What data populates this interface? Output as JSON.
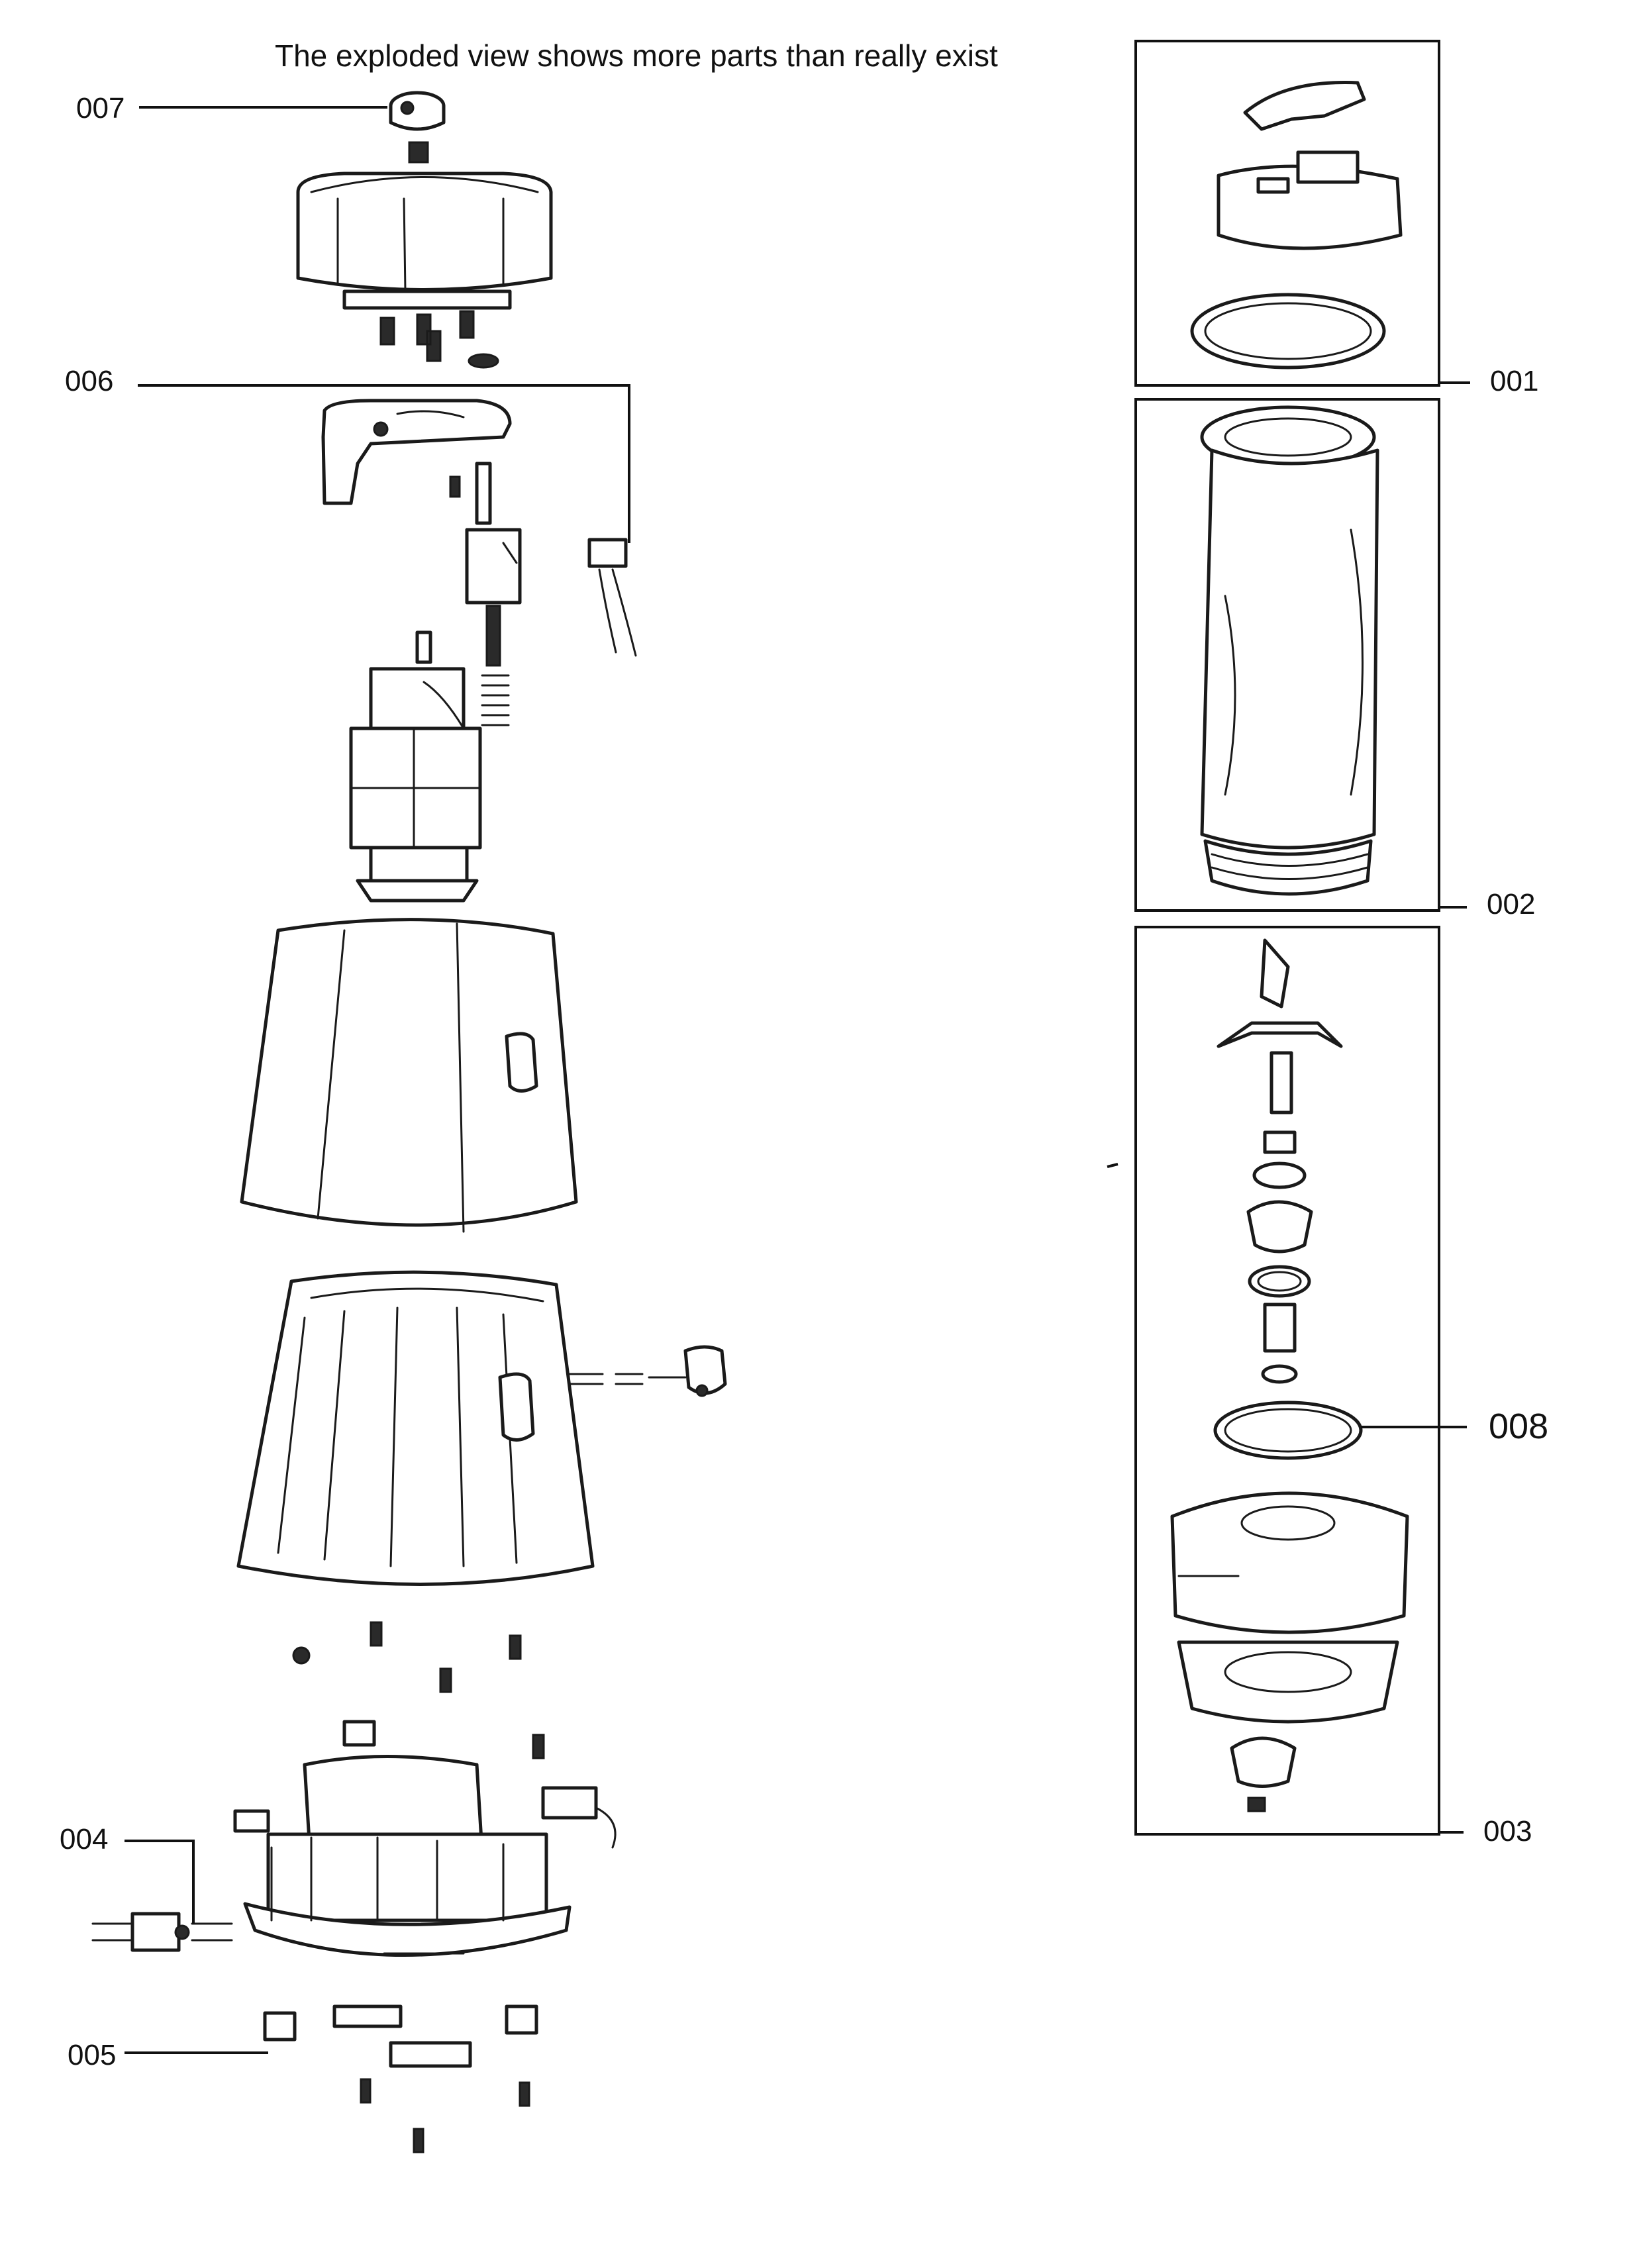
{
  "caption": "The exploded view shows more parts than really exist",
  "parts": {
    "p001": "001",
    "p002": "002",
    "p003": "003",
    "p004": "004",
    "p005": "005",
    "p006": "006",
    "p007": "007",
    "p008": "008"
  }
}
